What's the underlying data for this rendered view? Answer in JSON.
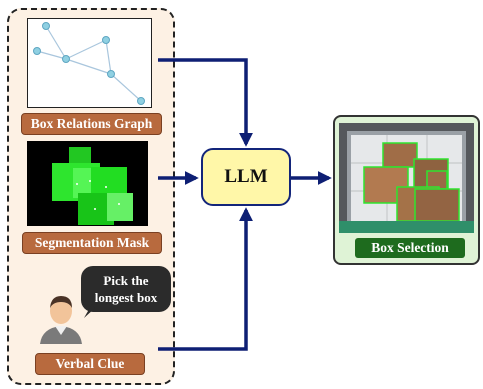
{
  "inputs": {
    "graph_label": "Box Relations Graph",
    "segmentation_label": "Segmentation Mask",
    "verbal_label": "Verbal Clue",
    "speech_line1": "Pick the",
    "speech_line2": "longest box"
  },
  "center": {
    "llm_label": "LLM"
  },
  "output": {
    "selection_label": "Box Selection"
  },
  "colors": {
    "arrow": "#0e1f74",
    "left_panel_bg": "#fdf1e4",
    "brown_label": "#b86a3e",
    "llm_fill": "#fff7a8",
    "right_panel_bg": "#dff3d6",
    "green_label": "#1e6b1e",
    "mask_green": "#33ee33"
  },
  "icons": [
    "person-avatar-icon",
    "speech-bubble-icon"
  ]
}
